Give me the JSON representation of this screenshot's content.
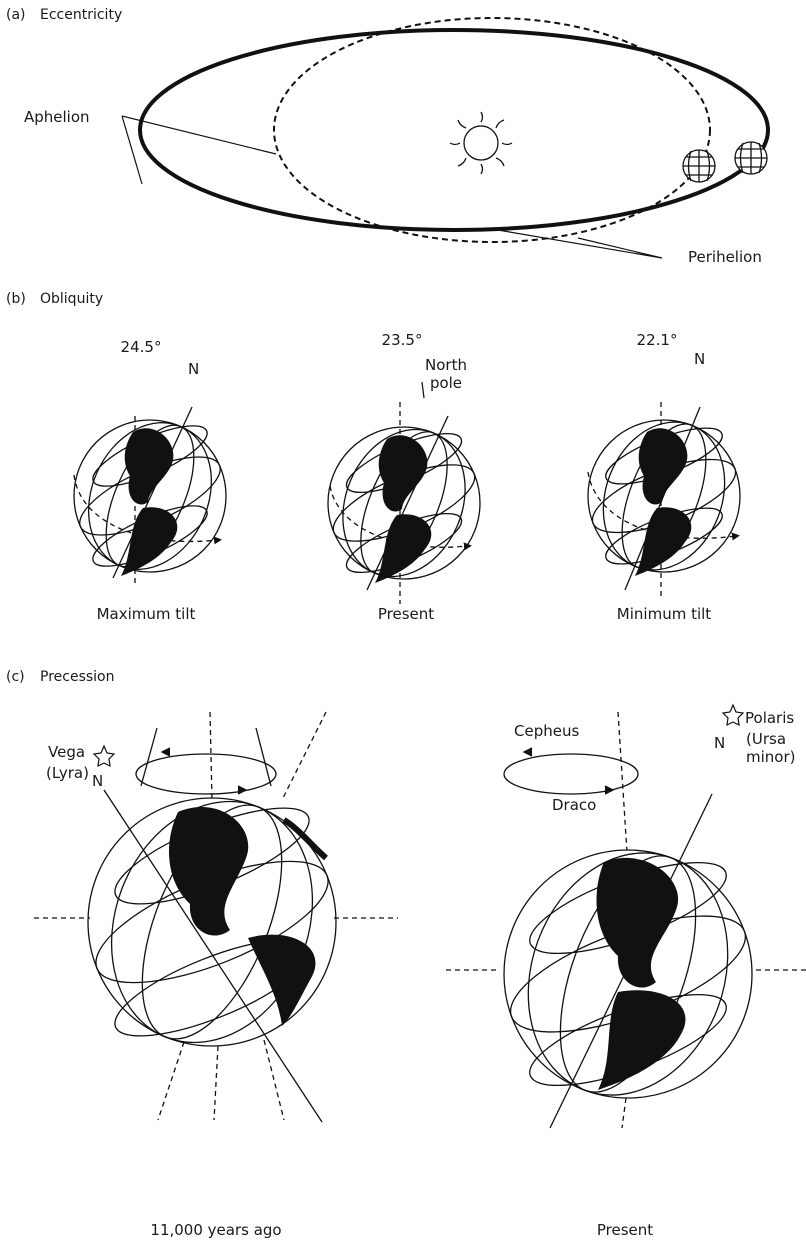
{
  "sections": {
    "a": {
      "tag": "(a)",
      "title": "Eccentricity",
      "aphelion": "Aphelion",
      "perihelion": "Perihelion"
    },
    "b": {
      "tag": "(b)",
      "title": "Obliquity",
      "angles": [
        "24.5°",
        "23.5°",
        "22.1°"
      ],
      "captions": [
        "Maximum tilt",
        "Present",
        "Minimum tilt"
      ],
      "north_left": "N",
      "north_right": "N",
      "north_pole": "North\npole"
    },
    "c": {
      "tag": "(c)",
      "title": "Precession",
      "vega": "Vega",
      "lyra": "(Lyra)",
      "north_left": "N",
      "north_right": "N",
      "cepheus": "Cepheus",
      "draco": "Draco",
      "polaris": "Polaris",
      "ursa": "(Ursa\nminor)",
      "caption_left": "11,000 years ago",
      "caption_right": "Present"
    }
  },
  "icons": [
    "sun-icon",
    "earth-globe-icon",
    "star-icon"
  ]
}
